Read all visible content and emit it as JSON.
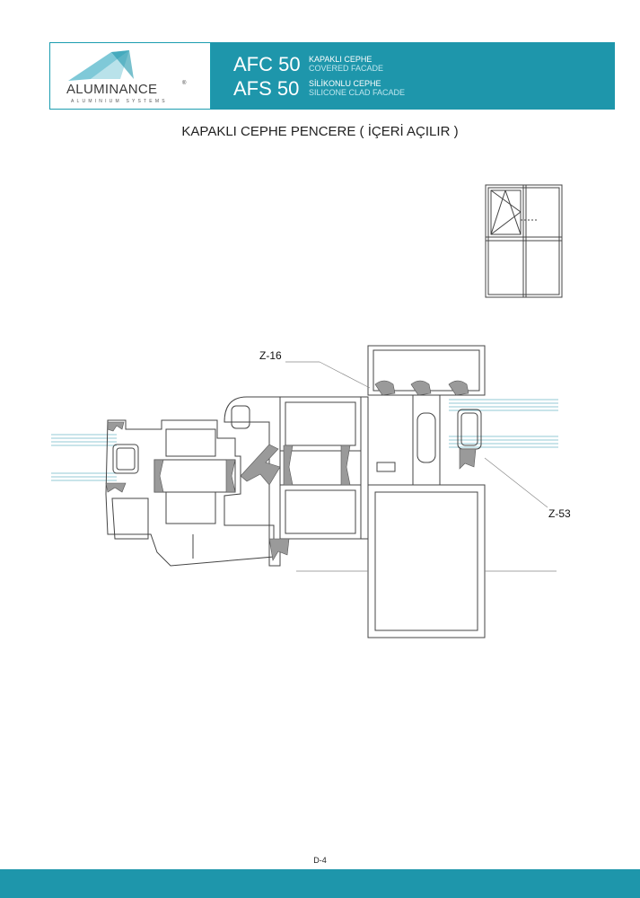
{
  "header": {
    "brand_name": "ALUMINANCE",
    "brand_mark": "®",
    "brand_sub": "ALUMINIUM SYSTEMS",
    "products": [
      {
        "code": "AFC 50",
        "desc_tr": "KAPAKLI CEPHE",
        "desc_en": "COVERED FACADE"
      },
      {
        "code": "AFS 50",
        "desc_tr": "SİLİKONLU CEPHE",
        "desc_en": "SILICONE CLAD FACADE"
      }
    ],
    "accent_color": "#1e96ab"
  },
  "title": "KAPAKLI CEPHE PENCERE ( İÇERİ AÇILIR )",
  "drawing": {
    "labels": {
      "gasket_top": "Z-16",
      "gasket_right": "Z-53"
    }
  },
  "footer": {
    "page_number": "D-4"
  }
}
